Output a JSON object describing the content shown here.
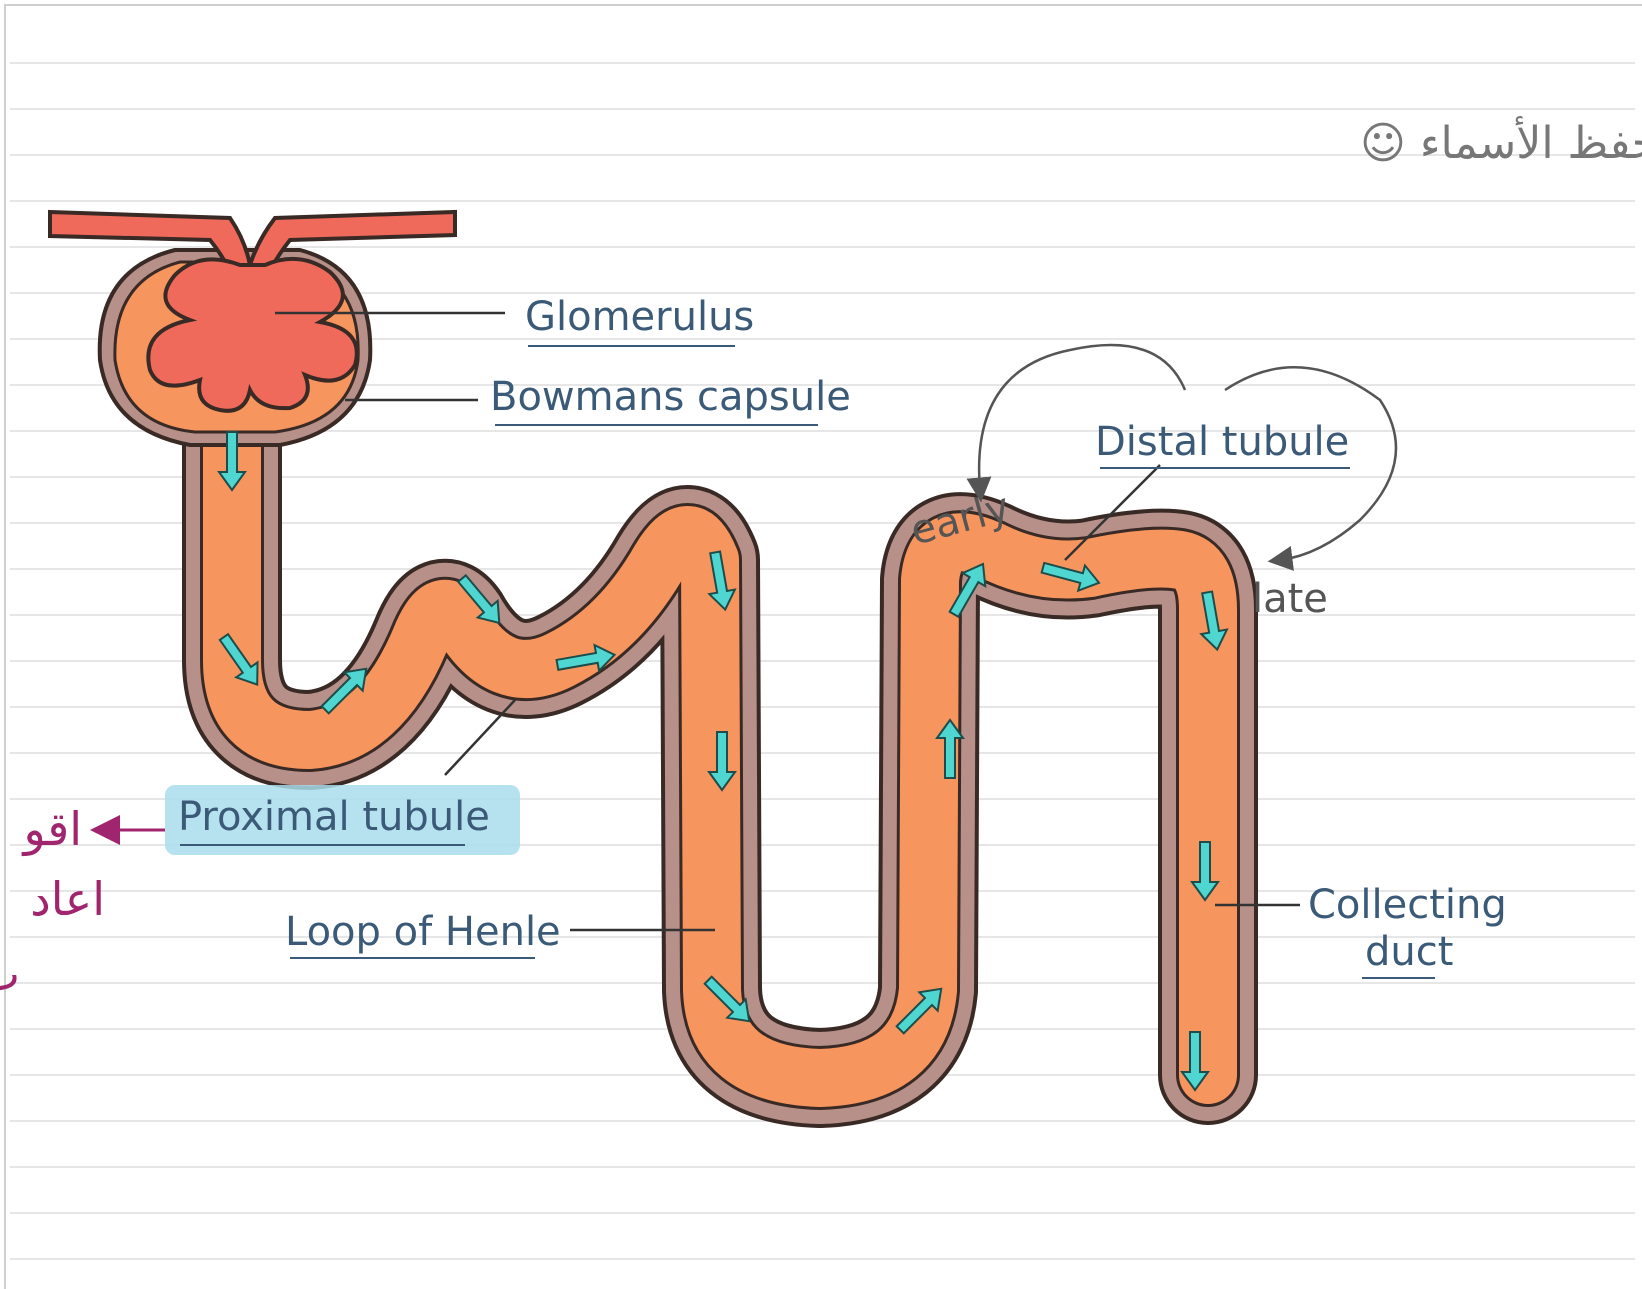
{
  "header_note": "احفظ الأسماء ☺",
  "labels": {
    "glomerulus": "Glomerulus",
    "bowmans_capsule": "Bowmans capsule",
    "proximal_tubule": "Proximal tubule",
    "loop_of_henle": "Loop of Henle",
    "distal_tubule": "Distal tubule",
    "collecting_duct_line1": "Collecting",
    "collecting_duct_line2": "duct",
    "early": "early",
    "late": "late"
  },
  "side_note": {
    "line1": "اقو",
    "line2": "اعاد",
    "line3": "ب"
  },
  "colors": {
    "tubule_fill": "#f7955e",
    "tubule_wall": "#b8908a",
    "glomerulus_fill": "#f06a5c",
    "arrow_fill": "#4fd6d0",
    "label_text": "#3b5a78",
    "highlight": "#a9dceb",
    "annotation_magenta": "#a0256e",
    "ruled_lines": "#e3e3e3"
  }
}
